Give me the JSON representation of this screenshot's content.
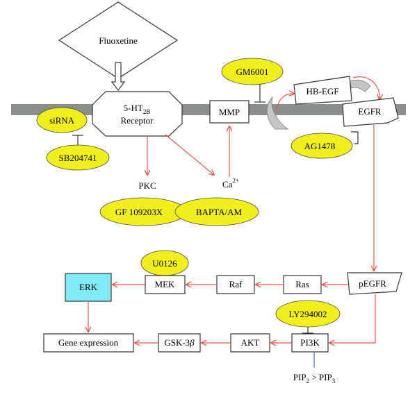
{
  "drug": "Fluoxetine",
  "receptor": {
    "line1": "5-HT",
    "line1_sub": "2B",
    "line2": "Receptor"
  },
  "mmp": "MMP",
  "hbegf": "HB-EGF",
  "egfr": "EGFR",
  "pegfr": "pEGFR",
  "pkc": "PKC",
  "calcium": {
    "base": "Ca",
    "sup": "2+"
  },
  "inhibitors": {
    "sirna": "siRNA",
    "sb": "SB204741",
    "gm": "GM6001",
    "ag": "AG1478",
    "gf": "GF 109203X",
    "bapta": "BAPTA/AM",
    "u0126": "U0126",
    "ly": "LY294002"
  },
  "erk": "ERK",
  "mek": "MEK",
  "raf": "Raf",
  "ras": "Ras",
  "gene": "Gene expression",
  "gsk": {
    "prefix": "GSK-3",
    "beta": "β"
  },
  "akt": "AKT",
  "pi3k": "PI3K",
  "pip": {
    "a": "PIP",
    "a_sub": "2",
    "mid": " > PIP",
    "b_sub": "3"
  },
  "colors": {
    "arrow": "#e8574a",
    "inhibitor_fill": "#f2f01c",
    "membrane": "#8a8f8b",
    "erk_fill": "#80eaf2",
    "curve_fill": "#c6c6c6"
  }
}
